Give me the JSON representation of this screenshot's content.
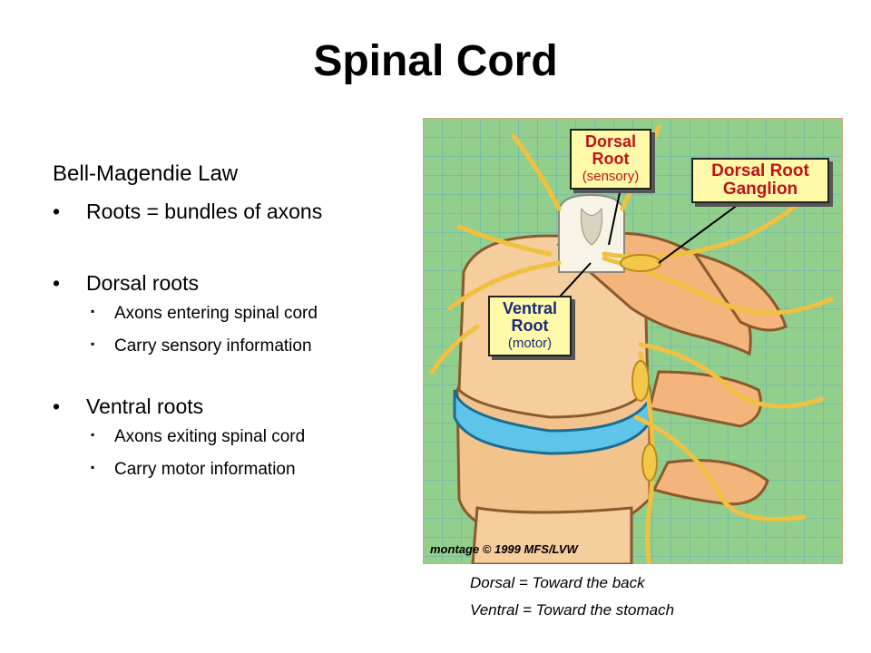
{
  "slide": {
    "title": "Spinal Cord",
    "heading": "Bell-Magendie Law",
    "bullets": [
      {
        "text": "Roots = bundles of axons",
        "subs": []
      },
      {
        "text": "Dorsal roots",
        "subs": [
          "Axons entering spinal cord",
          "Carry sensory information"
        ]
      },
      {
        "text": "Ventral roots",
        "subs": [
          "Axons exiting spinal cord",
          "Carry motor information"
        ]
      }
    ],
    "caption_lines": [
      "Dorsal = Toward the back",
      "Ventral = Toward the stomach"
    ]
  },
  "figure": {
    "credit": "montage © 1999 MFS/LVW",
    "labels": {
      "dorsal_root": "Dorsal Root",
      "dorsal_root_sub": "(sensory)",
      "ganglion_line1": "Dorsal Root",
      "ganglion_line2": "Ganglion",
      "ventral_root": "Ventral Root",
      "ventral_root_sub": "(motor)"
    }
  },
  "colors": {
    "grid_bg": "#93cf8c",
    "grid_line": "#6fb7b0",
    "callout_bg": "#fff9a8",
    "callout_text": "#c0121a",
    "bone": "#f3c38d",
    "disc": "#5ec4e8",
    "nerve": "#f0c040"
  }
}
